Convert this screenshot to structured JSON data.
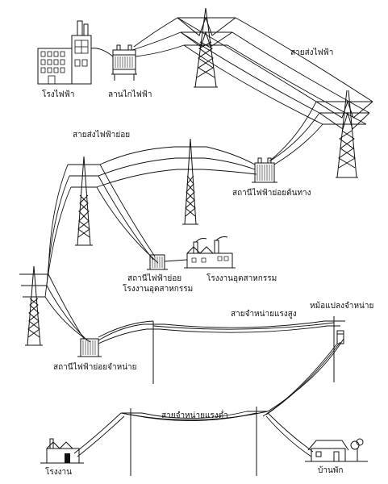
{
  "labels": {
    "power_plant": "โรงไฟฟ้า",
    "generating_substation": "ลานไกไฟฟ้า",
    "transmission_line": "สายส่งไฟฟ้า",
    "subtransmission_line": "สายส่งไฟฟ้าย่อย",
    "terminal_substation": "สถานีไฟฟ้าย่อยต้นทาง",
    "industrial_substation_line1": "สถานีไฟฟ้าย่อย",
    "industrial_substation_line2": "โรงงานอุตสาหกรรม",
    "industrial_plant": "โรงงานอุตสาหกรรม",
    "high_voltage_distribution": "สายจำหน่ายแรงสูง",
    "distribution_transformer": "หม้อแปลงจำหน่าย",
    "distribution_substation": "สถานีไฟฟ้าย่อยจำหน่าย",
    "low_voltage_distribution": "สายจำหน่ายแรงต่ำ",
    "factory": "โรงงาน",
    "house": "บ้านพัก"
  },
  "colors": {
    "ink": "#111111",
    "background": "#ffffff"
  }
}
